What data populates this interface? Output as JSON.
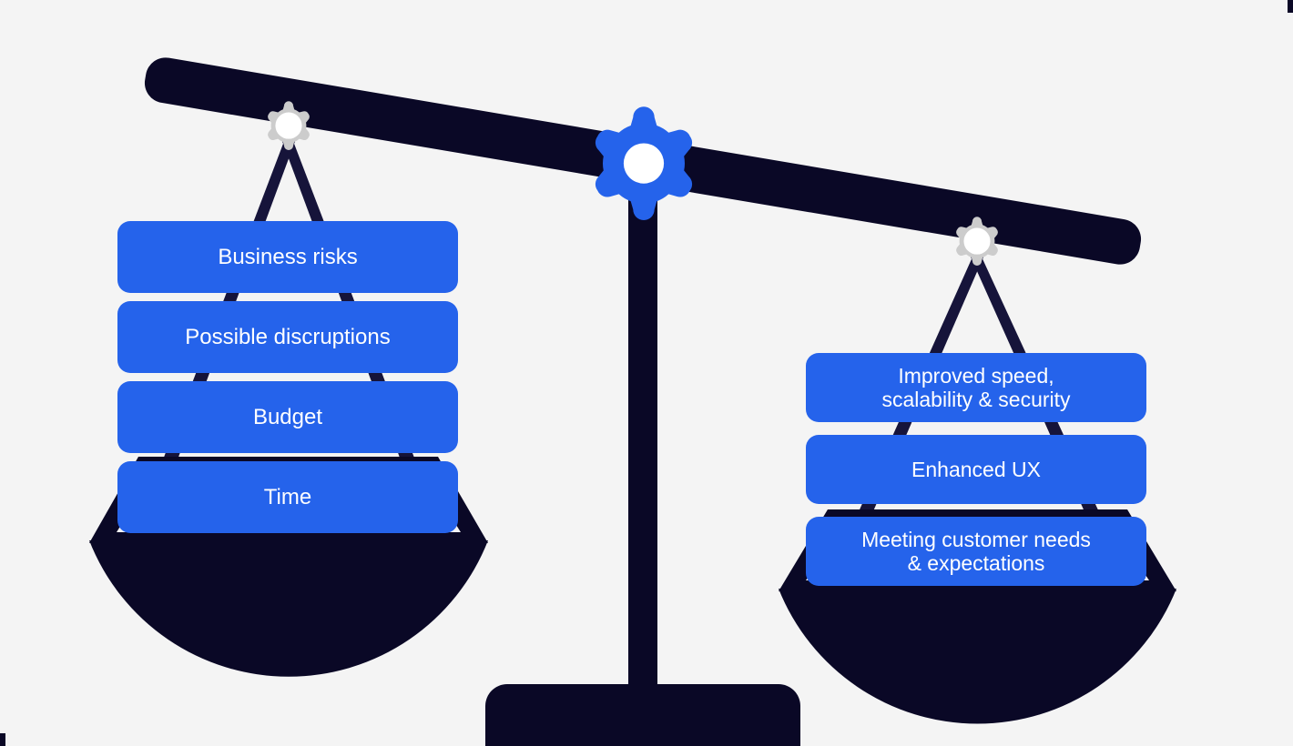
{
  "diagram": {
    "title": "Balance scale weighing migration concerns against benefits",
    "type": "balance-scale",
    "background_color": "#f4f4f4",
    "card_color": "#2563eb",
    "card_text_color": "#ffffff",
    "structure_color": "#0a0826",
    "center_gear_color": "#2563eb",
    "center_gear_hub_color": "#ffffff",
    "side_gear_color": "#cccccc",
    "side_gear_hub_color": "#ffffff",
    "tilt": "left side down, right side up"
  },
  "left_pan": {
    "name": "costs-and-risks",
    "state": "lowered",
    "cards": [
      {
        "id": "business-risks",
        "label": "Business risks"
      },
      {
        "id": "possible-discruptions",
        "label": "Possible discruptions"
      },
      {
        "id": "budget",
        "label": "Budget"
      },
      {
        "id": "time",
        "label": "Time"
      }
    ]
  },
  "right_pan": {
    "name": "benefits",
    "state": "raised",
    "cards": [
      {
        "id": "improved-speed",
        "line1": "Improved speed,",
        "line2": "scalability & security"
      },
      {
        "id": "enhanced-ux",
        "line1": "Enhanced UX",
        "line2": ""
      },
      {
        "id": "meeting-needs",
        "line1": "Meeting customer needs",
        "line2": "& expectations"
      }
    ]
  },
  "parts": {
    "beam": "balance-beam",
    "pillar": "center-pillar",
    "base": "base-stand",
    "center_gear": "center-gear-icon",
    "left_gear": "left-gear-icon",
    "right_gear": "right-gear-icon",
    "left_strings": "left-suspension-strings",
    "right_strings": "right-suspension-strings",
    "left_bowl": "left-pan-bowl",
    "right_bowl": "right-pan-bowl"
  }
}
